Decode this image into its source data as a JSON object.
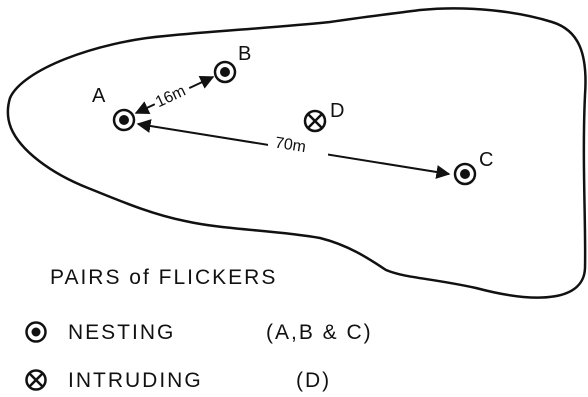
{
  "diagram": {
    "points": {
      "a": "A",
      "b": "B",
      "c": "C",
      "d": "D"
    },
    "distances": {
      "a_b": "16m",
      "a_c": "70m"
    },
    "legend": {
      "title": "PAIRS of FLICKERS",
      "nesting_label": "NESTING",
      "nesting_members": "(A,B & C)",
      "intruding_label": "INTRUDING",
      "intruding_members": "(D)"
    },
    "symbols": {
      "nesting": "bullseye-circle-icon",
      "intruding": "circle-x-icon"
    },
    "colors": {
      "ink": "#111111",
      "background": "#ffffff"
    }
  }
}
